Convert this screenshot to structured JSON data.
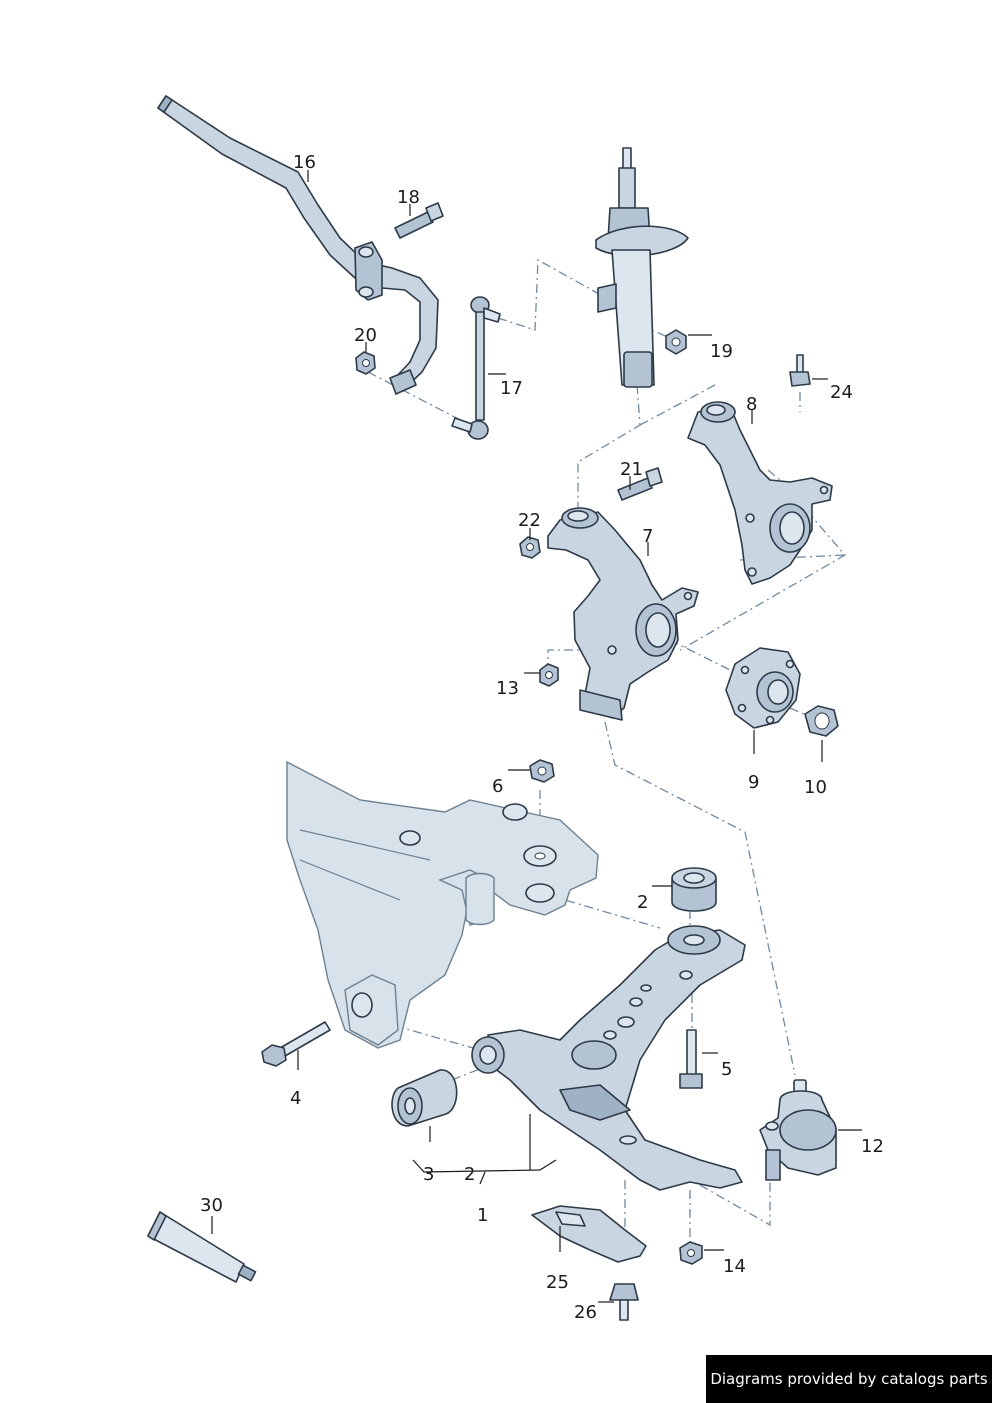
{
  "labels": {
    "l16": "16",
    "l18": "18",
    "l20": "20",
    "l17": "17",
    "l19": "19",
    "l24": "24",
    "l8": "8",
    "l21": "21",
    "l22": "22",
    "l7": "7",
    "l13": "13",
    "l9": "9",
    "l10": "10",
    "l6": "6",
    "l2a": "2",
    "l5": "5",
    "l4": "4",
    "l12": "12",
    "l3": "3",
    "l2b": "2",
    "l1": "1",
    "l30": "30",
    "l14": "14",
    "l25": "25",
    "l26": "26"
  },
  "footer": {
    "credit": "Diagrams provided by catalogs parts"
  }
}
